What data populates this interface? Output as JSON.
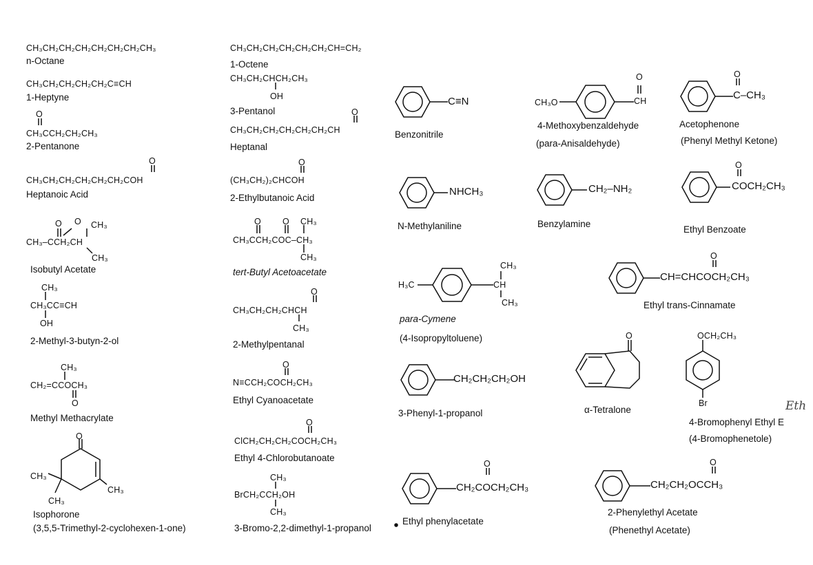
{
  "col1": {
    "octane_formula": "CH₃CH₂CH₂CH₂CH₂CH₂CH₂CH₃",
    "octane_name": "n-Octane",
    "heptyne_formula": "CH₃CH₂CH₂CH₂CH₂C≡CH",
    "heptyne_name": "1-Heptyne",
    "pentanone_formula": "CH₃CCH₂CH₂CH₃",
    "pentanone_name": "2-Pentanone",
    "heptanoic_formula": "CH₃CH₂CH₂CH₂CH₂CH₂COH",
    "heptanoic_name": "Heptanoic Acid",
    "isobutyl_formula": "CH₃–CCH₂CH",
    "isobutyl_top": "CH₃",
    "isobutyl_bottom": "CH₃",
    "isobutyl_name": "Isobutyl Acetate",
    "mb_top": "CH₃",
    "mb_formula": "CH₃CC≡CH",
    "mb_bottom": "OH",
    "mb_name": "2-Methyl-3-butyn-2-ol",
    "mm_top": "CH₃",
    "mm_formula": "CH₂=CCOCH₃",
    "mm_name": "Methyl Methacrylate",
    "iso_ch3_left": "CH₃",
    "iso_ch3_right": "CH₃",
    "iso_ch3_bottom": "CH₃",
    "isophorone_name": "Isophorone",
    "isophorone_alt": "(3,5,5-Trimethyl-2-cyclohexen-1-one)"
  },
  "col2": {
    "octene_formula": "CH₃CH₂CH₂CH₂CH₂CH₂CH=CH₂",
    "octene_name": "1-Octene",
    "pentanol_formula": "CH₃CH₂CHCH₂CH₃",
    "pentanol_oh": "OH",
    "pentanol_name": "3-Pentanol",
    "heptanal_formula": "CH₃CH₂CH₂CH₂CH₂CH₂CH",
    "heptanal_name": "Heptanal",
    "ethylbutanoic_formula": "(CH₃CH₂)₂CHCOH",
    "ethylbutanoic_name": "2-Ethylbutanoic Acid",
    "tba_formula": "CH₃CCH₂COC–CH₃",
    "tba_top": "CH₃",
    "tba_bottom": "CH₃",
    "tba_name": "tert-Butyl Acetoacetate",
    "mp_formula": "CH₃CH₂CH₂CHCH",
    "mp_bottom": "CH₃",
    "mp_name": "2-Methylpentanal",
    "cyano_formula": "N≡CCH₂COCH₂CH₃",
    "cyano_name": "Ethyl Cyanoacetate",
    "chloro_formula": "ClCH₂CH₂CH₂COCH₂CH₃",
    "chloro_name": "Ethyl 4-Chlorobutanoate",
    "bromo_top": "CH₃",
    "bromo_formula": "BrCH₂CCH₂OH",
    "bromo_bottom": "CH₃",
    "bromo_name": "3-Bromo-2,2-dimethyl-1-propanol"
  },
  "col3": {
    "benzonitrile_sub": "C≡N",
    "benzonitrile_name": "Benzonitrile",
    "nma_sub": "NHCH₃",
    "nma_name": "N-Methylaniline",
    "cymene_left": "H₃C",
    "cymene_ch": "CH",
    "cymene_top": "CH₃",
    "cymene_bottom": "CH₃",
    "cymene_name": "para-Cymene",
    "cymene_alt": "(4-Isopropyltoluene)",
    "ppr_sub": "CH₂CH₂CH₂OH",
    "ppr_name": "3-Phenyl-1-propanol",
    "epa_sub": "CH₂COCH₂CH₃",
    "epa_name": "Ethyl phenylacetate"
  },
  "col4": {
    "anis_left": "CH₃O",
    "anis_right": "CH",
    "anis_name": "4-Methoxybenzaldehyde",
    "anis_alt": "(para-Anisaldehyde)",
    "bzamine_sub": "CH₂–NH₂",
    "bzamine_name": "Benzylamine",
    "tetralone_name": "α-Tetralone",
    "pea_sub": "CH₂CH₂OCCH₃",
    "pea_name": "2-Phenylethyl Acetate",
    "pea_alt": "(Phenethyl Acetate)"
  },
  "col5": {
    "aceto_sub": "C–CH₃",
    "aceto_name": "Acetophenone",
    "aceto_alt": "(Phenyl Methyl Ketone)",
    "ebz_sub": "COCH₂CH₃",
    "ebz_name": "Ethyl Benzoate",
    "cinn_sub": "CH=CHCOCH₂CH₃",
    "cinn_name": "Ethyl trans-Cinnamate",
    "bpe_top": "OCH₂CH₃",
    "bpe_bottom": "Br",
    "bpe_name": "4-Bromophenyl Ethyl E",
    "bpe_alt": "(4-Bromophenetole)",
    "handwriting": "Eth"
  },
  "common": {
    "carbonyl_o": "O",
    "ketone_o": "O"
  }
}
